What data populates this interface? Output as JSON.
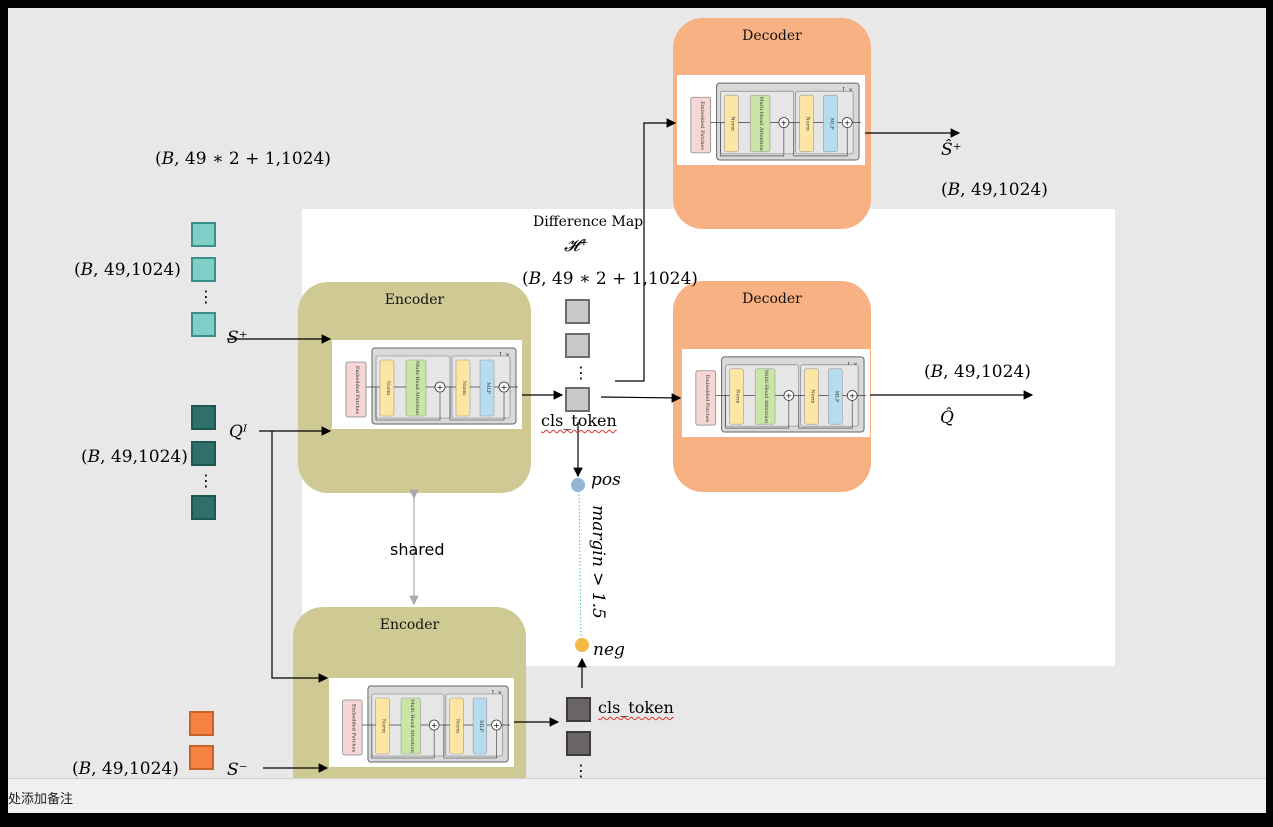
{
  "labels": {
    "difference_map": "Difference Map",
    "h_plus": "𝓗⁺",
    "dim_top_left": "(𝐵, 49 ∗ 2 + 1,1024)",
    "dim_center": "(𝐵, 49 ∗ 2 + 1,1024)",
    "dim_s_plus_out": "(𝐵, 49,1024)",
    "dim_q_out": "(𝐵, 49,1024)",
    "dim_teal": "(𝐵, 49,1024)",
    "dim_dark": "(𝐵, 49,1024)",
    "dim_orange": "(𝐵, 49,1024)",
    "s_plus": "S⁺",
    "q_input": "Qᴵ",
    "s_minus": "S⁻",
    "s_hat_plus": "Ŝ⁺",
    "q_hat": "Q̂",
    "cls_token_top": "cls_token",
    "cls_token_bottom": "cls_token",
    "pos": "pos",
    "neg": "neg",
    "margin": "margin > 1.5",
    "shared": "shared",
    "ellipsis": "⋮"
  },
  "panels": {
    "encoder_top": "Encoder",
    "encoder_bottom": "Encoder",
    "decoder_top": "Decoder",
    "decoder_mid": "Decoder"
  },
  "transformer_block": {
    "embedded_patches": "Embedded Patches",
    "norm1": "Norm",
    "attention": "Multi-Head Attention",
    "norm2": "Norm",
    "mlp": "MLP",
    "lx": "L ×",
    "plus": "+"
  },
  "footer": {
    "notes_placeholder": "处添加备注"
  },
  "colors": {
    "encoder_panel": "#cfc993",
    "decoder_panel": "#f8b182",
    "teal_token": "#7fcfc6",
    "dark_teal_token": "#2f6f6c",
    "orange_token": "#f5823f",
    "grey_token": "#c9c9cb",
    "dark_grey_token": "#6b6466",
    "pos_dot": "#93b6d6",
    "neg_dot": "#f4b942"
  }
}
